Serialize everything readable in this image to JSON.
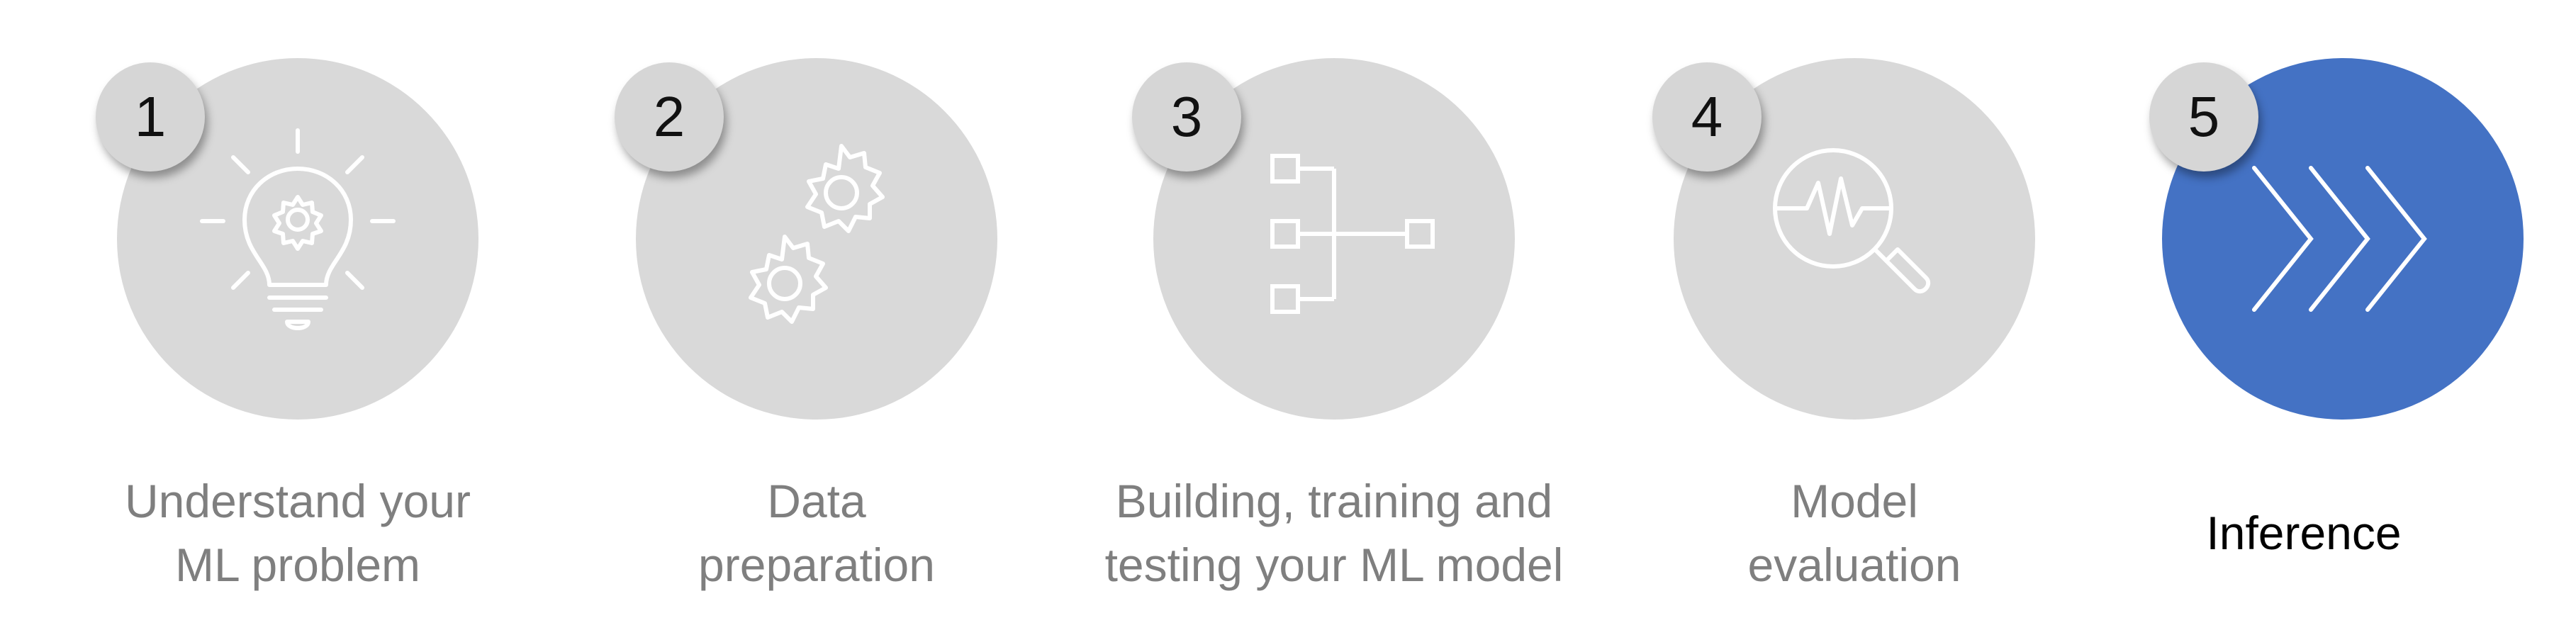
{
  "colors": {
    "inactive_circle": "#d9d9d9",
    "active_circle": "#4472c4",
    "inactive_text": "#7f7f7f",
    "active_text": "#000000",
    "icon_stroke": "#ffffff"
  },
  "steps": [
    {
      "number": "1",
      "label_lines": [
        "Understand your",
        "ML problem"
      ],
      "icon": "lightbulb-gear-icon",
      "active": false
    },
    {
      "number": "2",
      "label_lines": [
        "Data",
        "preparation"
      ],
      "icon": "gears-icon",
      "active": false
    },
    {
      "number": "3",
      "label_lines": [
        "Building, training and",
        "testing your ML model"
      ],
      "icon": "tree-diagram-icon",
      "active": false
    },
    {
      "number": "4",
      "label_lines": [
        "Model",
        "evaluation"
      ],
      "icon": "magnifier-pulse-icon",
      "active": false
    },
    {
      "number": "5",
      "label_lines": [
        "Inference"
      ],
      "icon": "chevrons-right-icon",
      "active": true
    }
  ]
}
